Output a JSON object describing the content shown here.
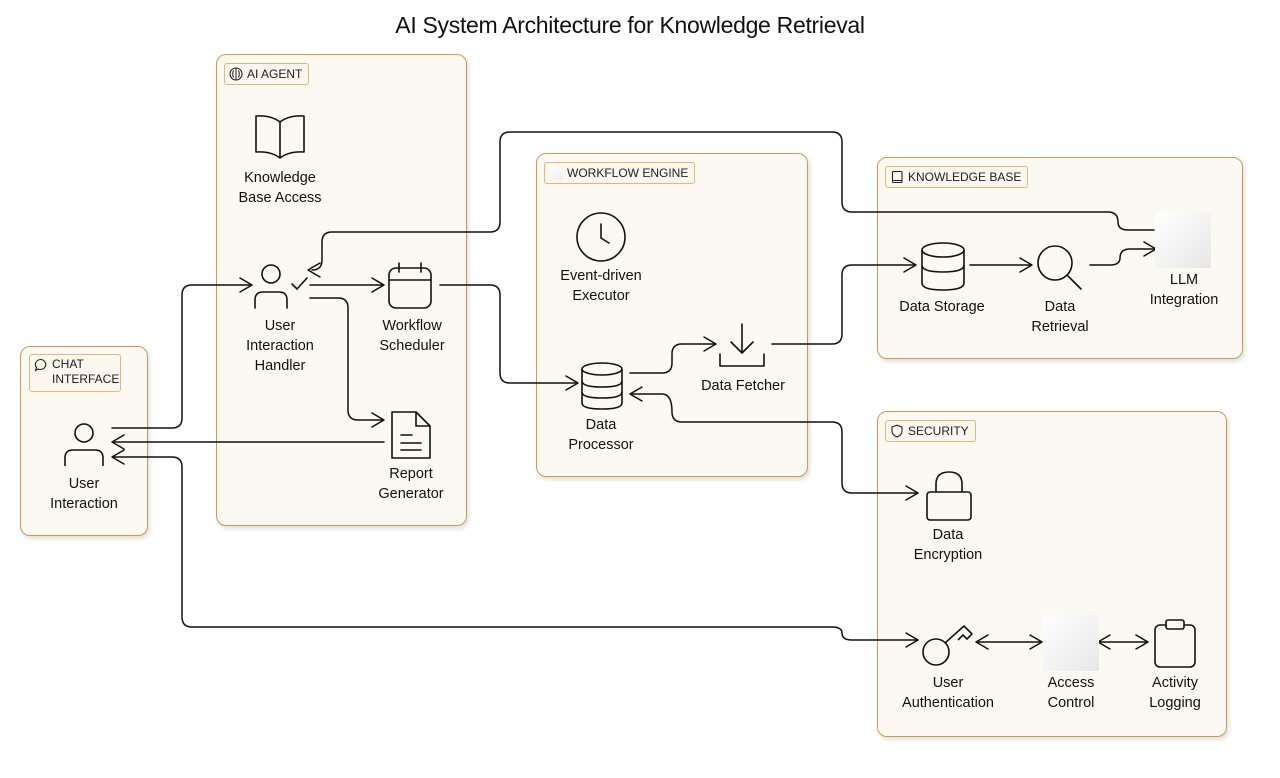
{
  "title": "AI System Architecture for Knowledge Retrieval",
  "groups": {
    "chat": {
      "label": "CHAT\nINTERFACE"
    },
    "agent": {
      "label": "AI AGENT"
    },
    "workflow": {
      "label": "WORKFLOW ENGINE"
    },
    "knowledge": {
      "label": "KNOWLEDGE BASE"
    },
    "security": {
      "label": "SECURITY"
    }
  },
  "nodes": {
    "user_interaction": "User\nInteraction",
    "knowledge_base_access": "Knowledge\nBase Access",
    "user_interaction_handler": "User\nInteraction\nHandler",
    "workflow_scheduler": "Workflow\nScheduler",
    "report_generator": "Report\nGenerator",
    "event_executor": "Event-driven\nExecutor",
    "data_processor": "Data\nProcessor",
    "data_fetcher": "Data Fetcher",
    "data_storage": "Data Storage",
    "data_retrieval": "Data\nRetrieval",
    "llm_integration": "LLM\nIntegration",
    "data_encryption": "Data\nEncryption",
    "user_authentication": "User\nAuthentication",
    "access_control": "Access\nControl",
    "activity_logging": "Activity\nLogging"
  },
  "icons": {
    "chat": "chat-bubble-icon",
    "agent": "brain-icon",
    "knowledge": "book-icon",
    "security": "shield-icon",
    "user": "person-icon",
    "book": "open-book-icon",
    "handler": "person-check-icon",
    "scheduler": "calendar-icon",
    "report": "document-icon",
    "executor": "clock-icon",
    "processor": "database-icon",
    "fetcher": "download-icon",
    "storage": "database-icon",
    "retrieval": "magnifier-icon",
    "encryption": "lock-icon",
    "authentication": "key-icon",
    "logging": "clipboard-icon"
  },
  "colors": {
    "group_border": "#d29a4a",
    "group_fill": "#fcf9f3",
    "line": "#111111"
  }
}
